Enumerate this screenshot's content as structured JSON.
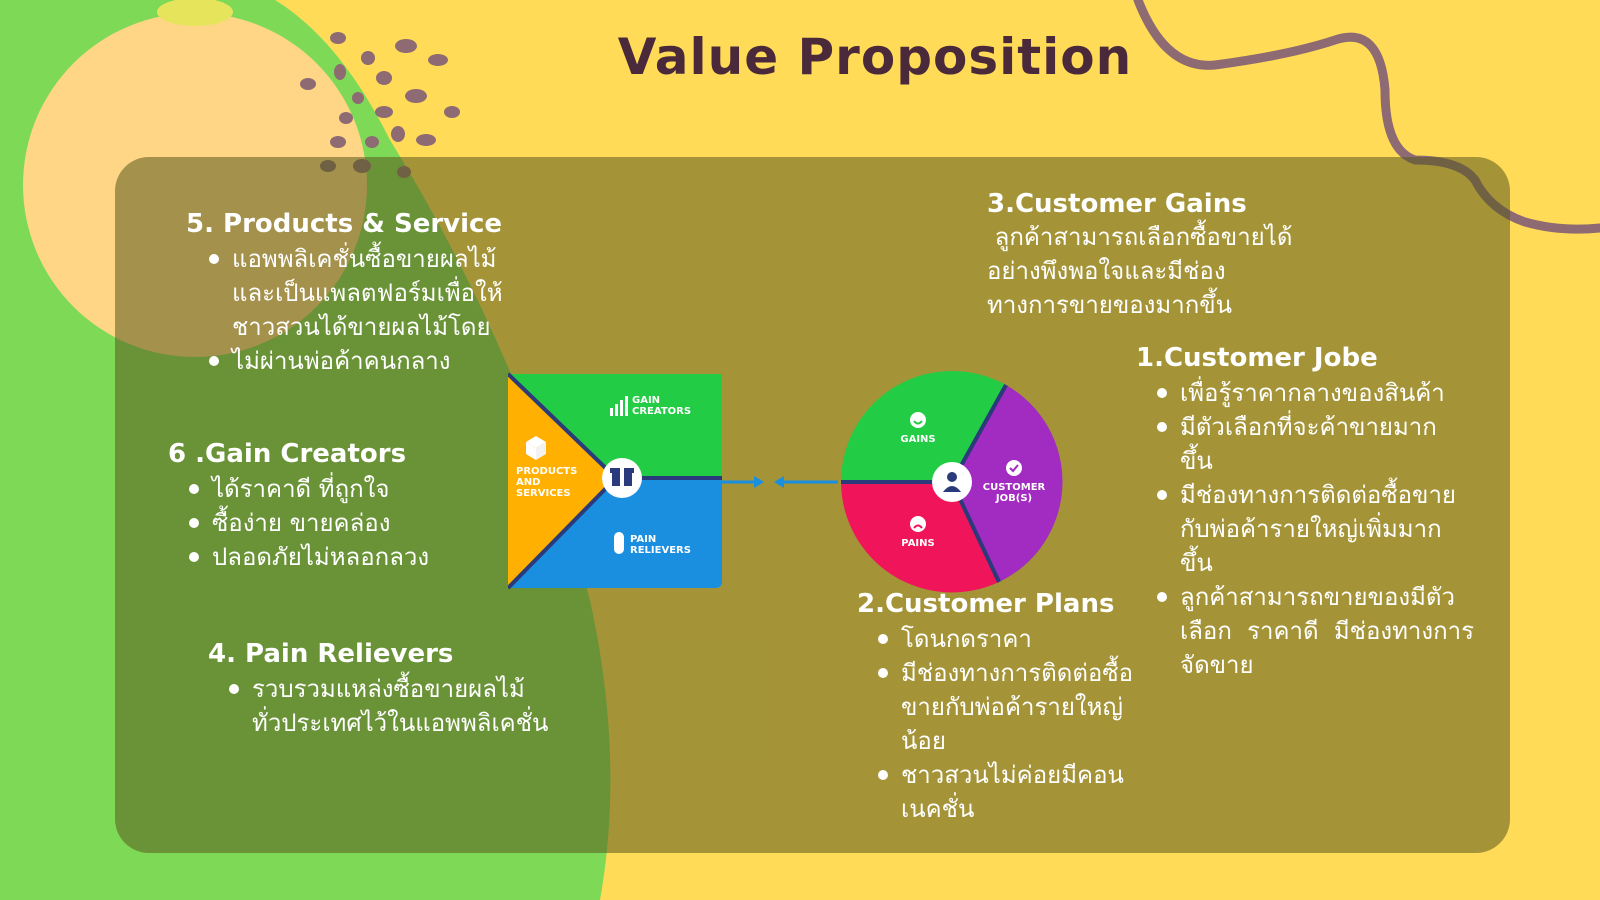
{
  "title": "Value Proposition",
  "colors": {
    "background_yellow": "#FFDB58",
    "background_green": "#7ED957",
    "peach_circle": "#FFD586",
    "panel_olive": "#9E8A3A",
    "panel_green": "#4E8A36",
    "dots_mauve": "#8E6A73",
    "title_color": "#4A2A3A",
    "gain_green": "#22CC44",
    "pain_blue": "#1A8FE0",
    "products_orange": "#FFB000",
    "pains_red": "#F0155A",
    "jobs_purple": "#A22BC2"
  },
  "products_service": {
    "heading": "5. Products & Service",
    "items": [
      "แอพพลิเคชั่นซื้อขายผลไม้และเป็นแพลตฟอร์มเพื่อให้ชาวสวนได้ขายผลไม้โดย",
      "ไม่ผ่านพ่อค้าคนกลาง"
    ],
    "lines": [
      "แอพพลิเคชั่นซื้อขายผลไม้",
      "และเป็นแพลตฟอร์มเพื่อให้",
      "ชาวสวนได้ขายผลไม้โดย"
    ]
  },
  "gain_creators": {
    "heading": "6 .Gain Creators",
    "items": [
      "ได้ราคาดี ที่ถูกใจ",
      "ซื้อง่าย ขายคล่อง",
      "ปลอดภัยไม่หลอกลวง"
    ]
  },
  "pain_relievers": {
    "heading": "4. Pain Relievers",
    "lines": [
      "รวบรวมแหล่งซื้อขายผลไม้",
      "ทั่วประเทศไว้ในแอพพลิเคชั่น"
    ]
  },
  "customer_gains": {
    "heading": "3.Customer Gains",
    "lines": [
      " ลูกค้าสามารถเลือกซื้อขายได้",
      "อย่างพึงพอใจและมีช่อง",
      "ทางการขายของมากขึ้น"
    ]
  },
  "customer_jobs": {
    "heading": "1.Customer Jobe",
    "items": [
      [
        "เพื่อรู้ราคากลางของสินค้า"
      ],
      [
        "มีตัวเลือกที่จะค้าขายมาก",
        "ขึ้น"
      ],
      [
        "มีช่องทางการติดต่อซื้อขาย",
        "กับพ่อค้ารายใหญ่เพิ่มมาก",
        "ขึ้น"
      ],
      [
        "ลูกค้าสามารถขายของมีตัว",
        "เลือก  ราคาดี  มีช่องทางการ",
        "จัดขาย"
      ]
    ]
  },
  "customer_plans": {
    "heading": "2.Customer Plans",
    "items": [
      [
        "โดนกดราคา"
      ],
      [
        "มีช่องทางการติดต่อซื้อ",
        "ขายกับพ่อค้ารายใหญ่",
        "น้อย"
      ],
      [
        "ชาวสวนไม่ค่อยมีคอน",
        "เนคชั่น"
      ]
    ]
  },
  "diagram": {
    "square_labels": {
      "gain_creators": [
        "GAIN",
        "CREATORS"
      ],
      "products": [
        "PRODUCTS",
        "AND",
        "SERVICES"
      ],
      "pain_relievers": [
        "PAIN",
        "RELIEVERS"
      ]
    },
    "circle_labels": {
      "gains": "GAINS",
      "pains": "PAINS",
      "jobs": [
        "CUSTOMER",
        "JOB(S)"
      ]
    },
    "icons": [
      "bar-chart-icon",
      "box-icon",
      "gift-icon",
      "pill-icon",
      "smile-icon",
      "frown-icon",
      "check-icon",
      "user-icon"
    ]
  }
}
